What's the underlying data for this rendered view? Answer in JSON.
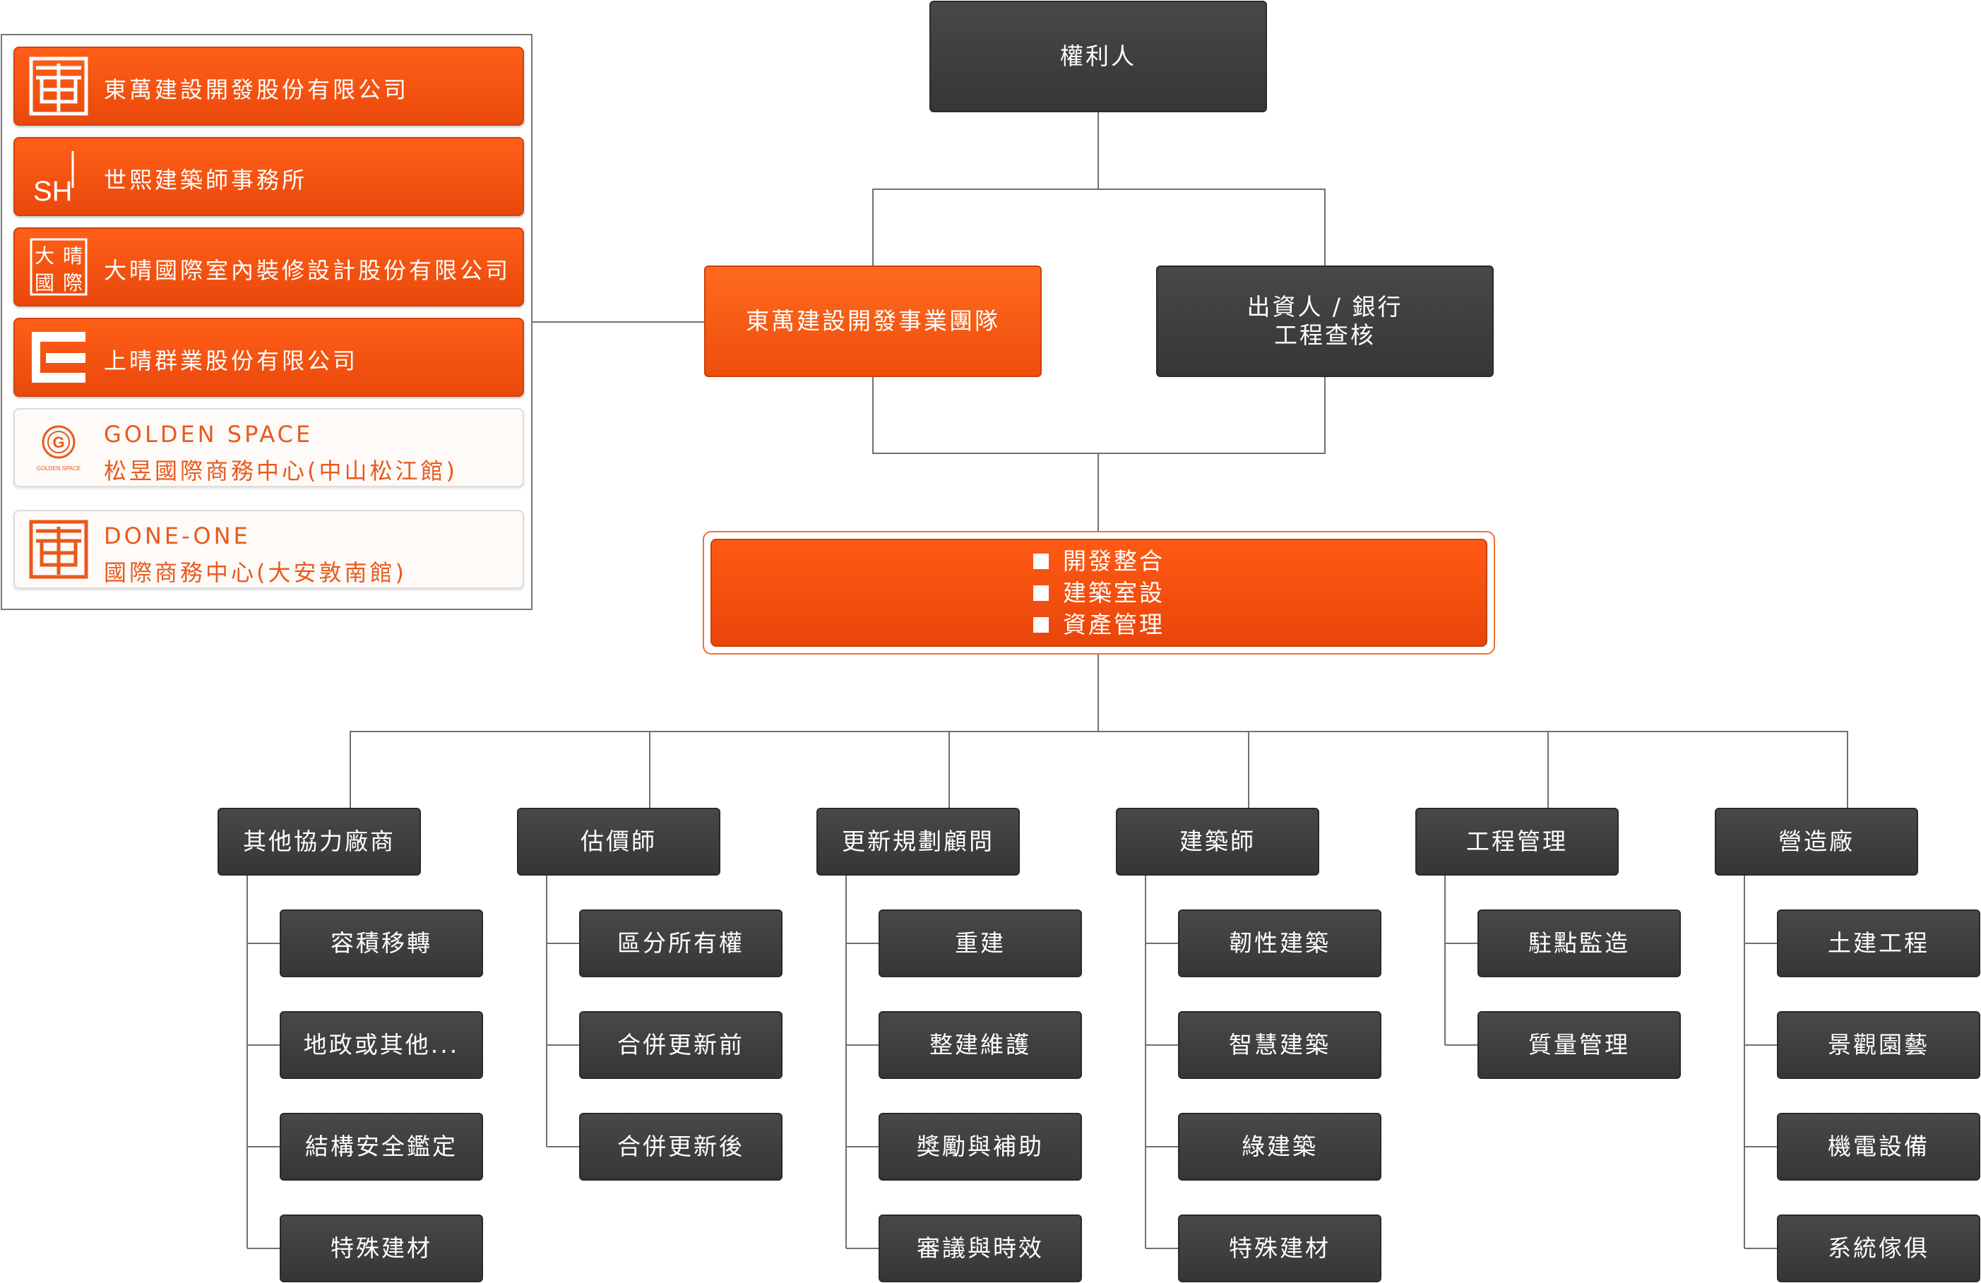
{
  "partners": [
    {
      "name": "東萬建設開發股份有限公司",
      "logo": "dongwan-logo"
    },
    {
      "name": "世熙建築師事務所",
      "logo": "sh-logo",
      "logo_text": "SH"
    },
    {
      "name": "大晴國際室內裝修設計股份有限公司",
      "logo": "dachin-logo",
      "logo_text": "大晴國際"
    },
    {
      "name": "上晴群業股份有限公司",
      "logo": "shangchin-logo"
    },
    {
      "name": "GOLDEN SPACE",
      "subname": "松昱國際商務中心(中山松江館)",
      "logo": "golden-space-logo",
      "logo_text": "GOLDEN SPACE"
    },
    {
      "name": "DONE-ONE",
      "subname": "國際商務中心(大安敦南館)",
      "logo": "done-one-logo"
    }
  ],
  "top": {
    "label": "權利人"
  },
  "team": {
    "label": "東萬建設開發事業團隊"
  },
  "investor": {
    "label": "出資人 / 銀行\n工程查核"
  },
  "core": {
    "items": [
      "開發整合",
      "建築室設",
      "資產管理"
    ]
  },
  "branches": [
    {
      "label": "其他協力廠商",
      "children": [
        "容積移轉",
        "地政或其他...",
        "結構安全鑑定",
        "特殊建材"
      ]
    },
    {
      "label": "估價師",
      "children": [
        "區分所有權",
        "合併更新前",
        "合併更新後"
      ]
    },
    {
      "label": "更新規劃顧問",
      "children": [
        "重建",
        "整建維護",
        "獎勵與補助",
        "審議與時效"
      ]
    },
    {
      "label": "建築師",
      "children": [
        "韌性建築",
        "智慧建築",
        "綠建築",
        "特殊建材"
      ]
    },
    {
      "label": "工程管理",
      "children": [
        "駐點監造",
        "質量管理"
      ]
    },
    {
      "label": "營造廠",
      "children": [
        "土建工程",
        "景觀園藝",
        "機電設備",
        "系統傢俱"
      ]
    }
  ],
  "colors": {
    "accent": "#f0520e",
    "dark_box": "#3c3c3c",
    "line": "#6e6e6e"
  }
}
